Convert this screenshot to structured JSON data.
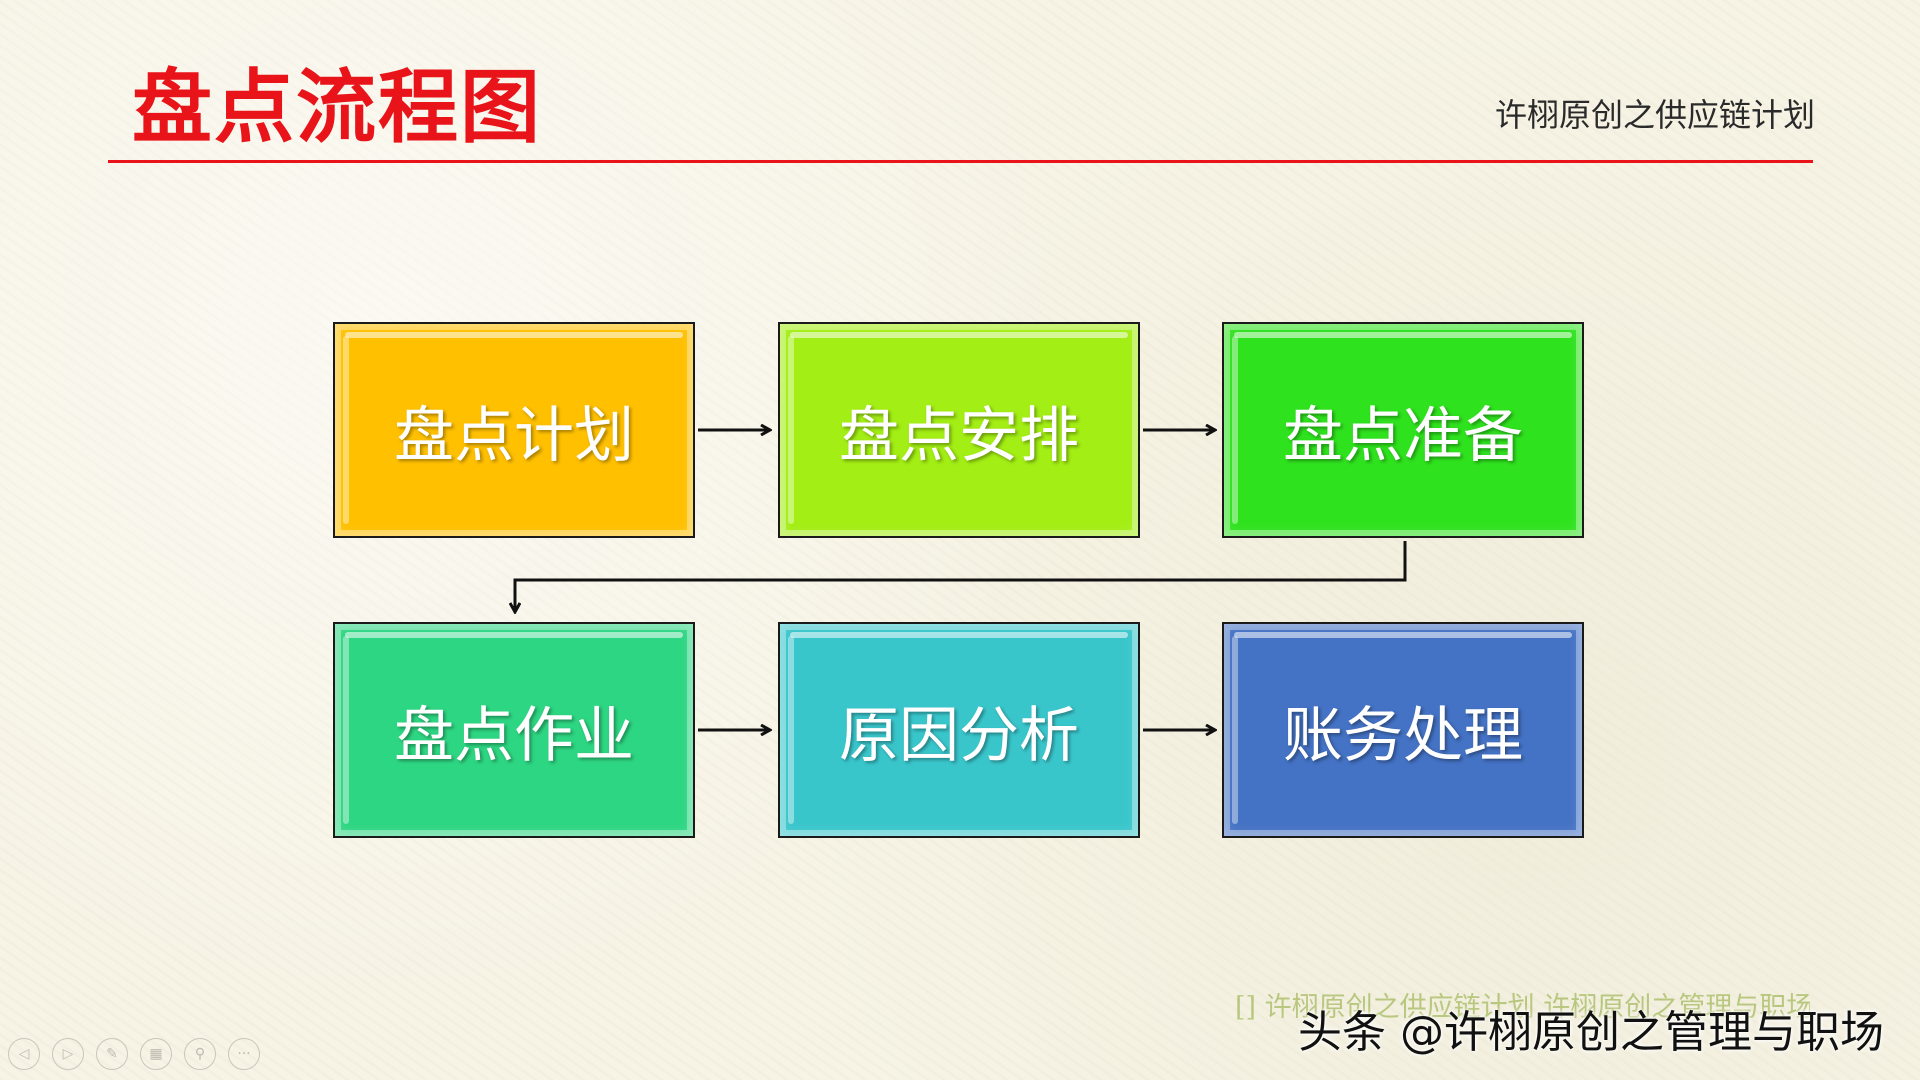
{
  "slide": {
    "title": "盘点流程图",
    "subtitle": "许栩原创之供应链计划"
  },
  "steps": [
    {
      "label": "盘点计划",
      "color": "#ffc000"
    },
    {
      "label": "盘点安排",
      "color": "#a3ee14"
    },
    {
      "label": "盘点准备",
      "color": "#2fe21e"
    },
    {
      "label": "盘点作业",
      "color": "#2dd682"
    },
    {
      "label": "原因分析",
      "color": "#39c6cb"
    },
    {
      "label": "账务处理",
      "color": "#4472c4"
    }
  ],
  "watermark": {
    "faint_text": "[] 许栩原创之供应链计划 许栩原创之管理与职场",
    "main_text": "头条 @许栩原创之管理与职场"
  },
  "controls": {
    "icons": [
      "prev-icon",
      "next-icon",
      "pen-icon",
      "slides-icon",
      "zoom-icon",
      "more-icon"
    ],
    "glyphs": [
      "◁",
      "▷",
      "✎",
      "▦",
      "⚲",
      "···"
    ]
  }
}
